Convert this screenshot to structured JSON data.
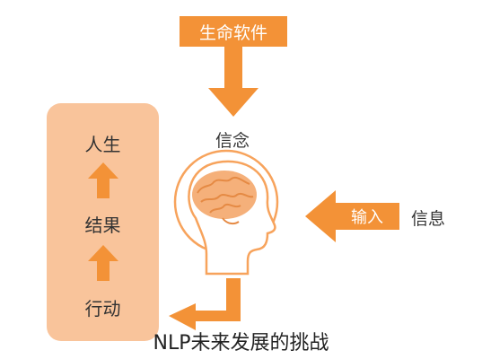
{
  "top_box": {
    "label": "生命软件"
  },
  "belief_label": "信念",
  "input_arrow": {
    "label": "输入"
  },
  "information_label": "信息",
  "left_panel": {
    "items": [
      "人生",
      "结果",
      "行动"
    ]
  },
  "caption": "NLP未来发展的挑战",
  "colors": {
    "orange": "#f39237",
    "light_orange": "#f9c49b",
    "head_outline": "#f7a35c",
    "brain": "#f5b07a"
  }
}
